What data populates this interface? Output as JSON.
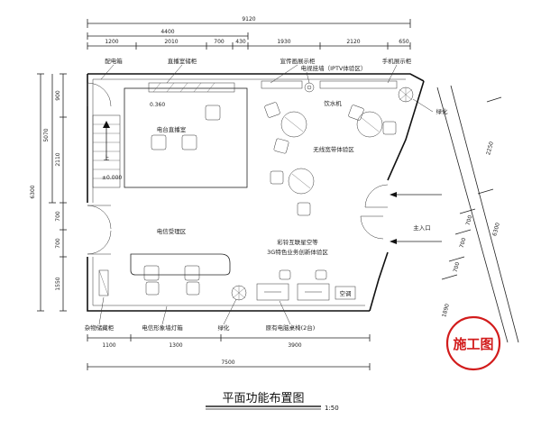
{
  "title": "平面功能布置图",
  "scale": "1:50",
  "stamp": "施工图",
  "dimensions": {
    "overall_top": "9120",
    "top_sub": "4400",
    "top_segments": [
      "1200",
      "2010",
      "700",
      "430",
      "1930",
      "2120",
      "650"
    ],
    "left_total": "6300",
    "left_sub_a": "5070",
    "left_segments": [
      "900",
      "2110",
      "700",
      "700",
      "1550"
    ],
    "bottom_segments": [
      "1100",
      "1300",
      "3900"
    ],
    "bottom_total": "7500",
    "right_total": "6300",
    "right_segments": [
      "2250",
      "700",
      "700",
      "700",
      "1890"
    ]
  },
  "labels": {
    "dist_cabinet": "配电箱",
    "live_cabinet": "直播室储柜",
    "promo_wall": "宣传画展示柜",
    "tv_wall": "电视挂墙（IPTV体验区）",
    "phone_cabinet": "手机展示柜",
    "elev_0360": "0.360",
    "live_room": "电台直播室",
    "up": "上",
    "elev_0000": "±0.000",
    "water": "饮水机",
    "green_top": "绿化",
    "wireless": "无线宽带体验区",
    "main_entry": "主入口",
    "telecom_area": "电信受理区",
    "exp_area_1": "彩铃互联星空等",
    "exp_area_2": "3G特色业务创新体验区",
    "aircon": "空调",
    "storage": "杂物储藏柜",
    "telecom_counter": "电信形象墙灯箱",
    "green_bottom": "绿化",
    "pc_table": "原有电脑桌椅(2台)"
  }
}
